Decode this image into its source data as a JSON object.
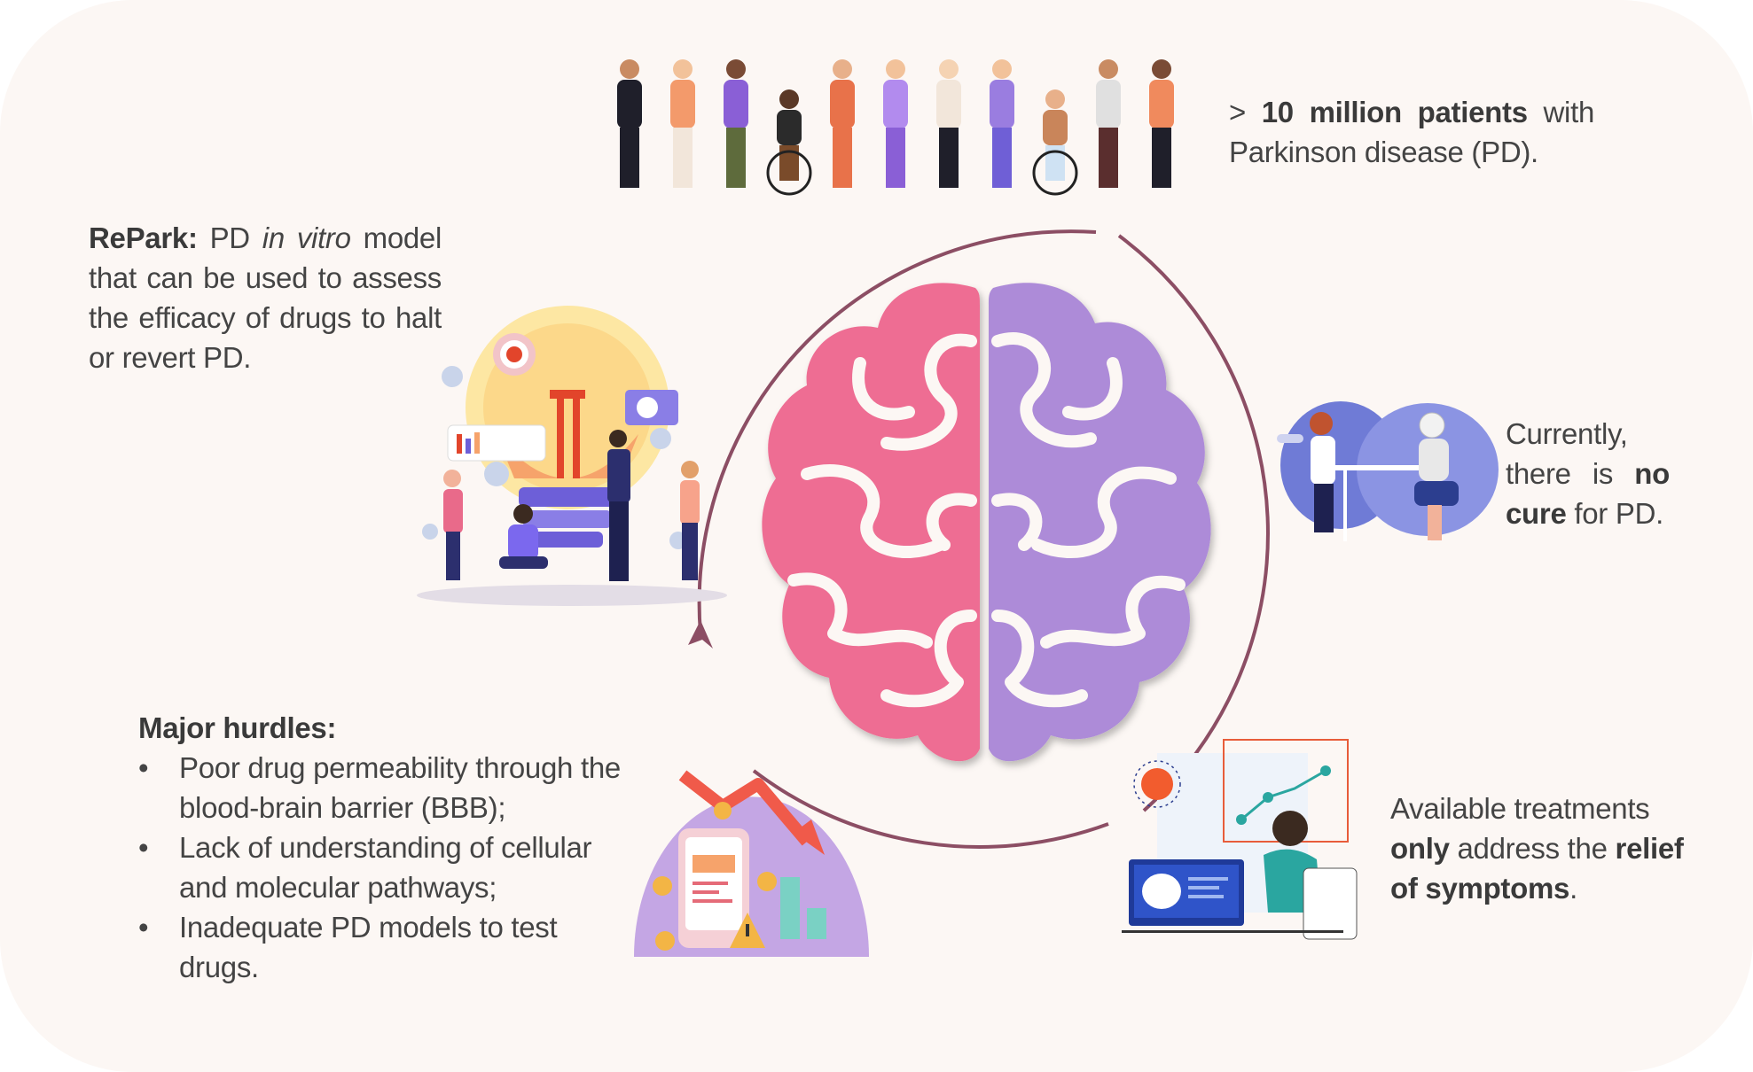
{
  "patients": {
    "prefix": "> ",
    "bold": "10 million patients",
    "rest": " with Parkinson disease (PD)."
  },
  "repark": {
    "bold": "RePark:",
    "pre": " PD ",
    "italic": "in vitro",
    "rest": " model that can be used to assess the efficacy of drugs to halt or revert PD."
  },
  "cure": {
    "pre": "Currently, there is ",
    "bold": "no cure",
    "rest": " for PD."
  },
  "treatments": {
    "pre": "Available treatments ",
    "bold1": "only",
    "mid": " address the ",
    "bold2": "relief of symptoms",
    "end": "."
  },
  "hurdles": {
    "title": "Major hurdles:",
    "items": [
      "Poor drug permeability through the blood-brain barrier (BBB);",
      "Lack of understanding of cellular and molecular pathways;",
      "Inadequate PD models to test drugs."
    ]
  },
  "colors": {
    "background": "#fcf7f4",
    "brain_left": "#ee6d93",
    "brain_right": "#ad8bd8",
    "cycle_arrow": "#8c4e64",
    "text": "#444444"
  }
}
